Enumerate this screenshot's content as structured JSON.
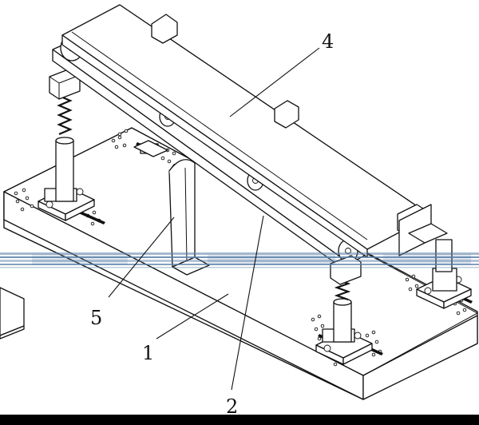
{
  "labels": {
    "conveyor": "4",
    "upright": "5",
    "base_plate": "1",
    "frame": "2"
  },
  "colors": {
    "line": "#111111",
    "background": "#ffffff",
    "artifact_band": "#5a7fa8",
    "bottom_bar": "#000000"
  }
}
